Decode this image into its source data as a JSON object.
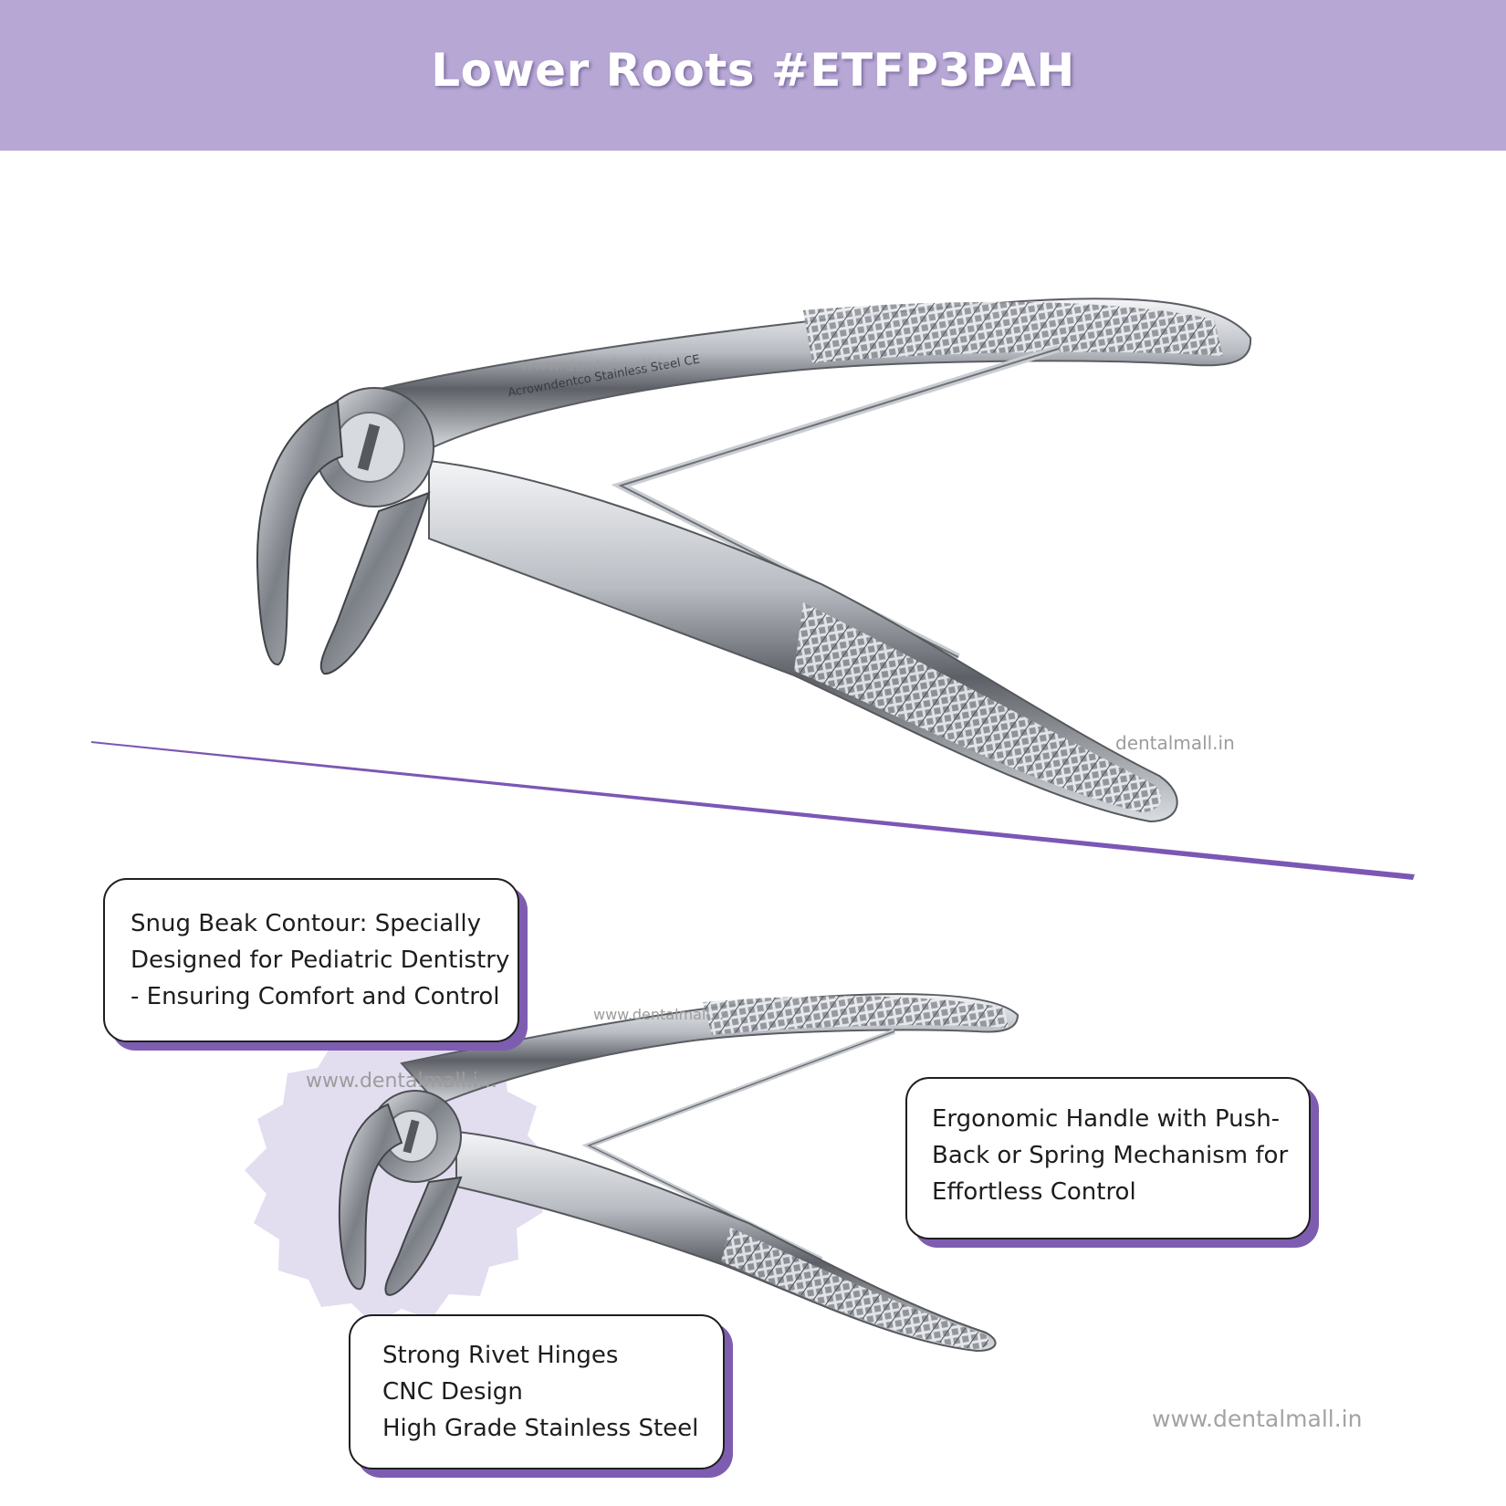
{
  "header": {
    "title": "Lower Roots #ETFP3PAH",
    "background": "#b6a7d5"
  },
  "colors": {
    "accent_line": "#7b57b5",
    "card_shadow": "#7e5db1",
    "starburst": "#e3ddf0",
    "steel": "#b8bcc2"
  },
  "product_images": {
    "large_alt": "Lower roots pediatric extraction forceps with spring handle",
    "small_alt": "Lower roots pediatric extraction forceps with spring handle",
    "engraving": "Acrowndentco Stainless Steel CE",
    "watermark_on_image": "www.dentalmall.in"
  },
  "watermarks": {
    "mid_right": "dentalmall.in",
    "small_top": "www.dentalmall...",
    "badge": "www.dentalmall.i...",
    "bottom_right": "www.dentalmall.in"
  },
  "features": {
    "beak": {
      "lines": [
        "Snug Beak Contour: Specially",
        "Designed for Pediatric Dentistry",
        "- Ensuring Comfort and Control"
      ]
    },
    "handle": {
      "lines": [
        "Ergonomic Handle with Push-",
        "Back or Spring Mechanism for",
        "Effortless Control"
      ]
    },
    "hinge": {
      "lines": [
        "Strong Rivet Hinges",
        "CNC Design",
        "High Grade Stainless Steel"
      ]
    }
  }
}
